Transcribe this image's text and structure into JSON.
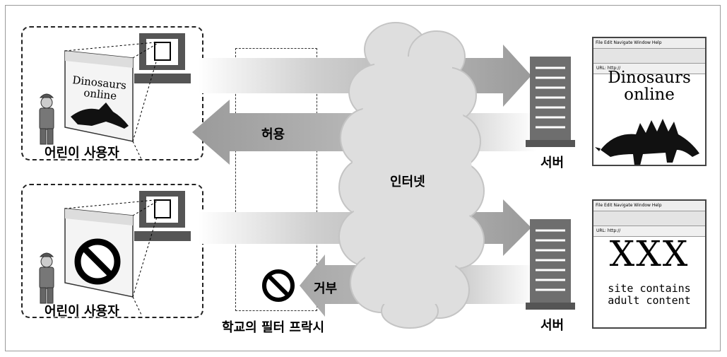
{
  "labels": {
    "client_top": "어린이 사용자",
    "client_bottom": "어린이 사용자",
    "allow": "허용",
    "internet": "인터넷",
    "server_top": "서버",
    "server_bottom": "서버",
    "deny": "거부",
    "proxy": "학교의 필터 프락시"
  },
  "browser_top": {
    "title_line1": "Dinosaurs",
    "title_line2": "online",
    "url_label": "URL:",
    "url_value": "http://"
  },
  "browser_bottom": {
    "big_text": "XXX",
    "line1": "site contains",
    "line2": "adult content",
    "url_label": "URL:",
    "url_value": "http://"
  },
  "colors": {
    "arrow": "#9a9a9a",
    "cloud": "#dcdcdc",
    "server": "#777777"
  }
}
